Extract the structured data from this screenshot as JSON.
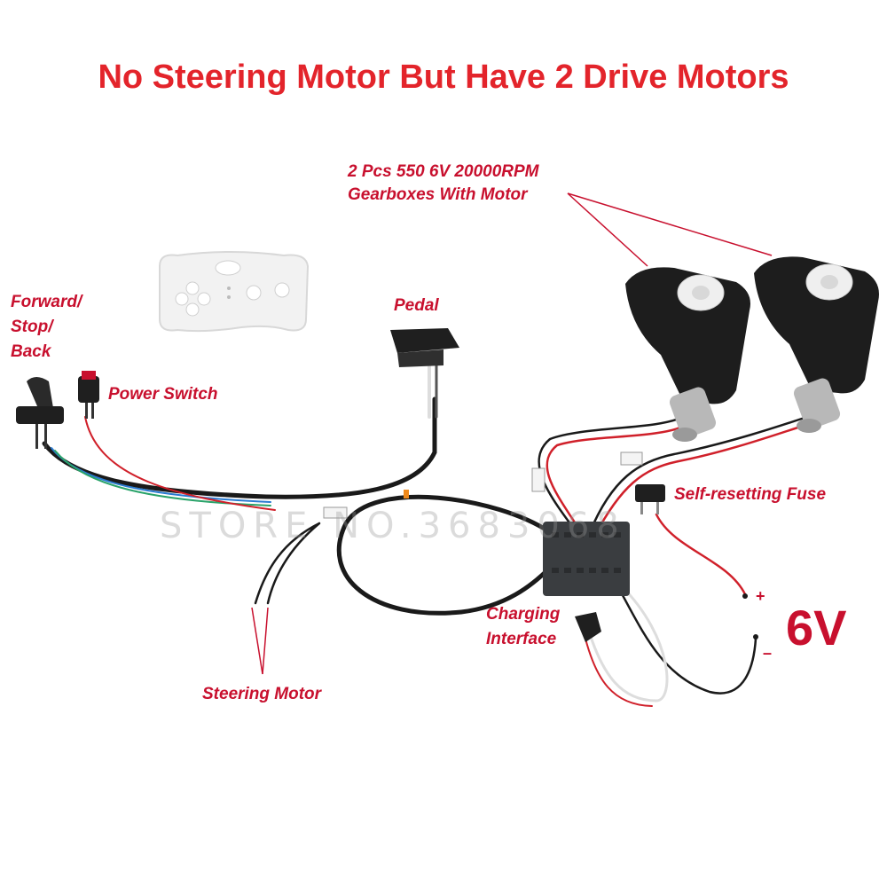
{
  "title": "No Steering Motor But Have 2 Drive Motors",
  "labels": {
    "gearboxes_line1": "2 Pcs 550 6V 20000RPM",
    "gearboxes_line2": "Gearboxes With Motor",
    "forward_line1": "Forward/",
    "forward_line2": "Stop/",
    "forward_line3": "Back",
    "power_switch": "Power Switch",
    "pedal": "Pedal",
    "self_resetting_fuse": "Self-resetting Fuse",
    "charging_line1": "Charging",
    "charging_line2": "Interface",
    "steering_motor": "Steering Motor",
    "voltage": "6V",
    "plus": "+",
    "minus": "–"
  },
  "watermark": "STORE NO.3683068",
  "colors": {
    "title": "#e3242b",
    "label": "#c8102e",
    "wire_black": "#1a1a1a",
    "wire_red": "#d0202a",
    "controller": "#3a3d40",
    "remote": "#f2f2f2",
    "watermark": "#9a9a9a"
  }
}
